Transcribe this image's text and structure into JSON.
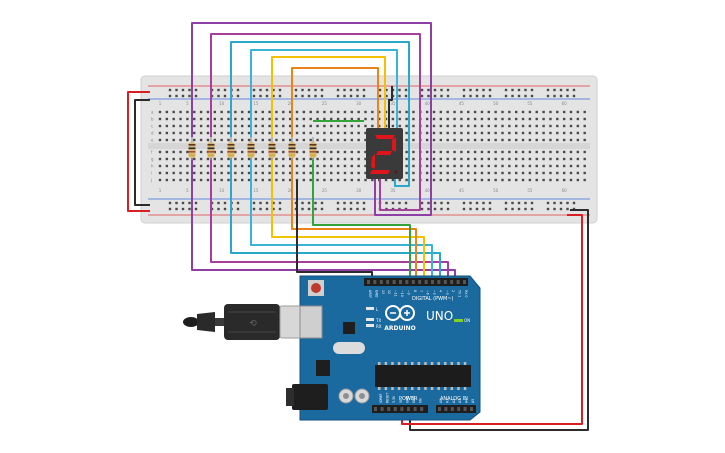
{
  "display": {
    "digit": "2",
    "segment_color": "#e0141b"
  },
  "breadboard": {
    "column_numbers": [
      "1",
      "5",
      "10",
      "15",
      "20",
      "25",
      "30",
      "35",
      "40",
      "45",
      "50",
      "55",
      "60"
    ],
    "row_letters_top": [
      "a",
      "b",
      "c",
      "d",
      "e"
    ],
    "row_letters_bottom": [
      "f",
      "g",
      "h",
      "i",
      "j"
    ]
  },
  "arduino": {
    "brand": "ARDUINO",
    "model": "UNO",
    "digital_label": "DIGITAL (PWM~)",
    "power_label": "POWER",
    "analog_label": "ANALOG IN",
    "digital_pins": [
      "AREF",
      "GND",
      "13",
      "12",
      "~11",
      "~10",
      "~9",
      "8",
      "7",
      "~6",
      "~5",
      "4",
      "~3",
      "2",
      "TX 1",
      "RX 0"
    ],
    "power_pins": [
      "IOREF",
      "RESET",
      "3.3V",
      "5V",
      "GND",
      "GND",
      "Vin"
    ],
    "analog_pins": [
      "A0",
      "A1",
      "A2",
      "A3",
      "A4",
      "A5"
    ],
    "led_labels": [
      "L",
      "TX",
      "RX",
      "ON"
    ]
  },
  "colors": {
    "red_wire": "#d91f26",
    "black_wire": "#2b2b2b",
    "purple_wire": "#8e3fa6",
    "magenta_wire": "#a63e9c",
    "cyan_wire": "#2aa8c9",
    "lightblue_wire": "#3ab3d8",
    "yellow_wire": "#f2c200",
    "orange_wire": "#e8841a",
    "green_wire": "#36a33a",
    "board_blue": "#1a6aa0"
  }
}
